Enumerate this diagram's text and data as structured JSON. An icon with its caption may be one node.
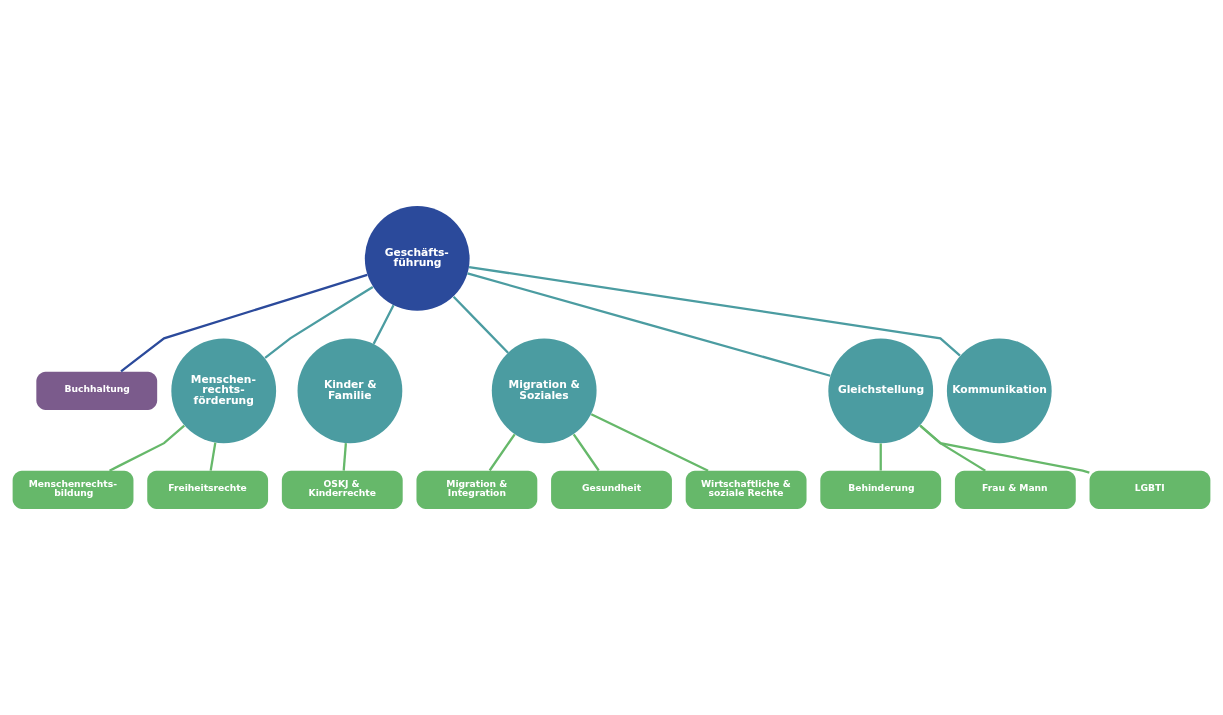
{
  "diagram": {
    "nodes": [
      {
        "text": [
          "Geschäfts- führung"
        ]
      },
      {
        "text": [
          "Buchhaltung"
        ]
      },
      {
        "text": [
          "Menschen- rechts- förderung"
        ]
      },
      {
        "text": [
          "Kinder & Familie"
        ]
      },
      {
        "text": [
          "Migration & Soziales"
        ]
      },
      {
        "text": [
          "Gleichstellung"
        ]
      },
      {
        "text": [
          "Kommunikation"
        ]
      },
      {
        "text": [
          "Menschenrechts- bildung"
        ]
      },
      {
        "text": [
          "Freiheitsrechte"
        ]
      },
      {
        "text": [
          "OSKJ & Kinderrechte"
        ]
      },
      {
        "text": [
          "Migration & Integration"
        ]
      },
      {
        "text": [
          "Gesundheit"
        ]
      },
      {
        "text": [
          "Wirtschaftliche & soziale Rechte"
        ]
      },
      {
        "text": [
          "Behinderung"
        ]
      },
      {
        "text": [
          "Frau & Mann"
        ]
      },
      {
        "text": [
          "LGBTI"
        ]
      }
    ],
    "edges": [
      {
        "from": 0,
        "to": 1,
        "arrow": "none",
        "color": "#2b4a9b"
      },
      {
        "from": 0,
        "to": 2,
        "arrow": "none",
        "color": "#4b9ca1"
      },
      {
        "from": 0,
        "to": 3,
        "arrow": "none",
        "color": "#4b9ca1"
      },
      {
        "from": 0,
        "to": 4,
        "arrow": "none",
        "color": "#4b9ca1"
      },
      {
        "from": 0,
        "to": 5,
        "arrow": "none",
        "color": "#4b9ca1"
      },
      {
        "from": 0,
        "to": 6,
        "arrow": "none",
        "color": "#4b9ca1"
      },
      {
        "from": 2,
        "to": 7,
        "arrow": "none"
      },
      {
        "from": 2,
        "to": 8,
        "arrow": "none"
      },
      {
        "from": 3,
        "to": 9,
        "arrow": "none"
      },
      {
        "from": 4,
        "to": 10,
        "arrow": "none"
      },
      {
        "from": 4,
        "to": 11,
        "arrow": "none"
      },
      {
        "from": 4,
        "to": 12,
        "arrow": "none"
      },
      {
        "from": 5,
        "to": 13,
        "arrow": "none"
      },
      {
        "from": 5,
        "to": 14,
        "arrow": "none"
      },
      {
        "from": 5,
        "to": 15,
        "arrow": "none"
      }
    ]
  }
}
